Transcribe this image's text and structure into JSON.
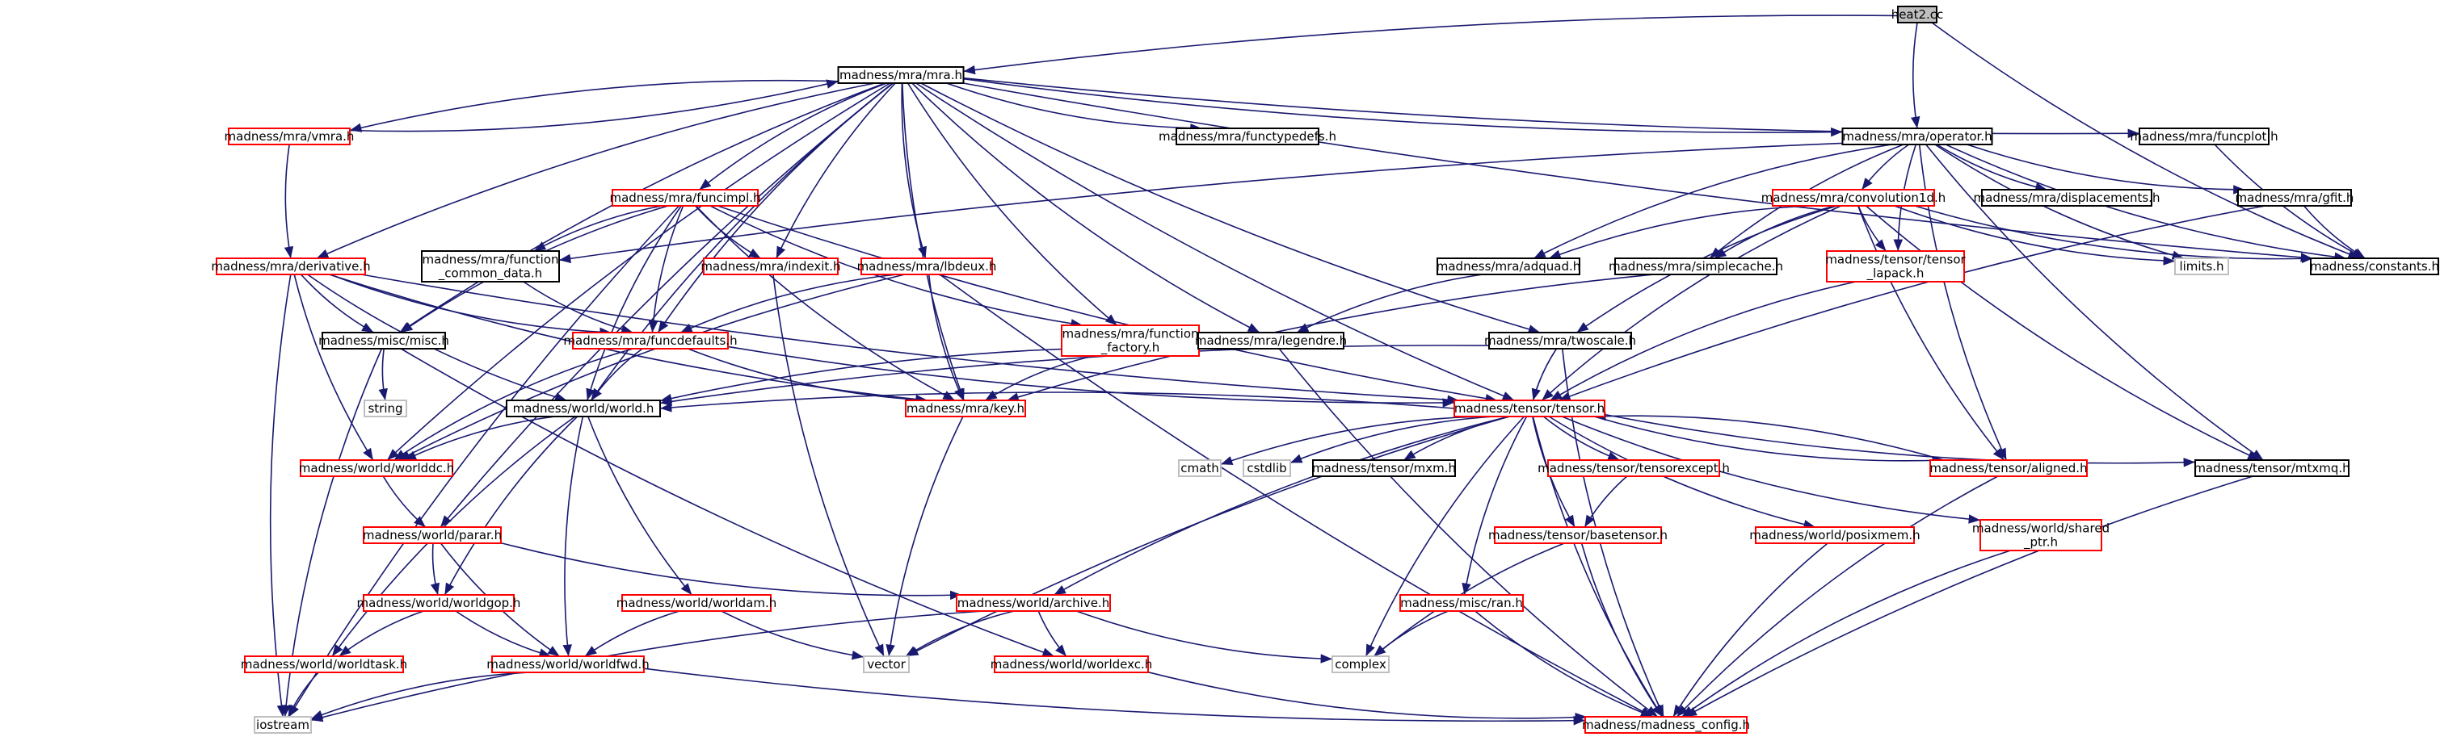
{
  "colors": {
    "edge": "#191970",
    "border_black": "#000000",
    "border_red": "#ff0000",
    "border_gray": "#bfbfbf",
    "root_fill": "#bfbfbf",
    "node_fill": "#ffffff"
  },
  "nodes": [
    {
      "id": "heat2",
      "label": "heat2.cc",
      "style": "root"
    },
    {
      "id": "mra",
      "label": "madness/mra/mra.h",
      "style": "black"
    },
    {
      "id": "vmra",
      "label": "madness/mra/vmra.h",
      "style": "red"
    },
    {
      "id": "functypedefs",
      "label": "madness/mra/functypedefs.h",
      "style": "black"
    },
    {
      "id": "operator",
      "label": "madness/mra/operator.h",
      "style": "black"
    },
    {
      "id": "funcplot",
      "label": "madness/mra/funcplot.h",
      "style": "black"
    },
    {
      "id": "funcimpl",
      "label": "madness/mra/funcimpl.h",
      "style": "red"
    },
    {
      "id": "convolution1d",
      "label": "madness/mra/convolution1d.h",
      "style": "red"
    },
    {
      "id": "displacements",
      "label": "madness/mra/displacements.h",
      "style": "black"
    },
    {
      "id": "gfit",
      "label": "madness/mra/gfit.h",
      "style": "black"
    },
    {
      "id": "derivative",
      "label": "madness/mra/derivative.h",
      "style": "red"
    },
    {
      "id": "function_common_data",
      "label": [
        "madness/mra/function",
        "_common_data.h"
      ],
      "style": "black"
    },
    {
      "id": "indexit",
      "label": "madness/mra/indexit.h",
      "style": "red"
    },
    {
      "id": "lbdeux",
      "label": "madness/mra/lbdeux.h",
      "style": "red"
    },
    {
      "id": "adquad",
      "label": "madness/mra/adquad.h",
      "style": "black"
    },
    {
      "id": "simplecache",
      "label": "madness/mra/simplecache.h",
      "style": "black"
    },
    {
      "id": "tensor_lapack",
      "label": [
        "madness/tensor/tensor",
        "_lapack.h"
      ],
      "style": "red"
    },
    {
      "id": "limits",
      "label": "limits.h",
      "style": "gray"
    },
    {
      "id": "constants",
      "label": "madness/constants.h",
      "style": "black"
    },
    {
      "id": "misc",
      "label": "madness/misc/misc.h",
      "style": "black"
    },
    {
      "id": "funcdefaults",
      "label": "madness/mra/funcdefaults.h",
      "style": "red"
    },
    {
      "id": "function_factory",
      "label": [
        "madness/mra/function",
        "_factory.h"
      ],
      "style": "red"
    },
    {
      "id": "legendre",
      "label": "madness/mra/legendre.h",
      "style": "black"
    },
    {
      "id": "twoscale",
      "label": "madness/mra/twoscale.h",
      "style": "black"
    },
    {
      "id": "string",
      "label": "string",
      "style": "gray"
    },
    {
      "id": "world",
      "label": "madness/world/world.h",
      "style": "black"
    },
    {
      "id": "key",
      "label": "madness/mra/key.h",
      "style": "red"
    },
    {
      "id": "tensor",
      "label": "madness/tensor/tensor.h",
      "style": "red"
    },
    {
      "id": "worlddc",
      "label": "madness/world/worlddc.h",
      "style": "red"
    },
    {
      "id": "cmath",
      "label": "cmath",
      "style": "gray"
    },
    {
      "id": "cstdlib",
      "label": "cstdlib",
      "style": "gray"
    },
    {
      "id": "mxm",
      "label": "madness/tensor/mxm.h",
      "style": "black"
    },
    {
      "id": "tensorexcept",
      "label": "madness/tensor/tensorexcept.h",
      "style": "red"
    },
    {
      "id": "aligned",
      "label": "madness/tensor/aligned.h",
      "style": "red"
    },
    {
      "id": "mtxmq",
      "label": "madness/tensor/mtxmq.h",
      "style": "black"
    },
    {
      "id": "parar",
      "label": "madness/world/parar.h",
      "style": "red"
    },
    {
      "id": "basetensor",
      "label": "madness/tensor/basetensor.h",
      "style": "red"
    },
    {
      "id": "posixmem",
      "label": "madness/world/posixmem.h",
      "style": "red"
    },
    {
      "id": "shared_ptr",
      "label": [
        "madness/world/shared",
        "_ptr.h"
      ],
      "style": "red"
    },
    {
      "id": "worldgop",
      "label": "madness/world/worldgop.h",
      "style": "red"
    },
    {
      "id": "worldam",
      "label": "madness/world/worldam.h",
      "style": "red"
    },
    {
      "id": "archive",
      "label": "madness/world/archive.h",
      "style": "red"
    },
    {
      "id": "ran",
      "label": "madness/misc/ran.h",
      "style": "red"
    },
    {
      "id": "worldtask",
      "label": "madness/world/worldtask.h",
      "style": "red"
    },
    {
      "id": "worldfwd",
      "label": "madness/world/worldfwd.h",
      "style": "red"
    },
    {
      "id": "vector",
      "label": "vector",
      "style": "gray"
    },
    {
      "id": "worldexc",
      "label": "madness/world/worldexc.h",
      "style": "red"
    },
    {
      "id": "complex",
      "label": "complex",
      "style": "gray"
    },
    {
      "id": "iostream",
      "label": "iostream",
      "style": "gray"
    },
    {
      "id": "madness_config",
      "label": "madness/madness_config.h",
      "style": "red"
    }
  ],
  "edges": [
    [
      "heat2",
      "mra"
    ],
    [
      "heat2",
      "operator"
    ],
    [
      "heat2",
      "constants"
    ],
    [
      "mra",
      "vmra"
    ],
    [
      "mra",
      "functypedefs"
    ],
    [
      "mra",
      "operator"
    ],
    [
      "mra",
      "funcplot"
    ],
    [
      "mra",
      "funcimpl"
    ],
    [
      "mra",
      "derivative"
    ],
    [
      "mra",
      "indexit"
    ],
    [
      "mra",
      "lbdeux"
    ],
    [
      "mra",
      "misc"
    ],
    [
      "mra",
      "funcdefaults"
    ],
    [
      "mra",
      "function_factory"
    ],
    [
      "mra",
      "legendre"
    ],
    [
      "mra",
      "twoscale"
    ],
    [
      "mra",
      "world"
    ],
    [
      "mra",
      "key"
    ],
    [
      "mra",
      "tensor"
    ],
    [
      "mra",
      "worlddc"
    ],
    [
      "mra",
      "parar"
    ],
    [
      "mra",
      "constants"
    ],
    [
      "vmra",
      "mra"
    ],
    [
      "vmra",
      "derivative"
    ],
    [
      "operator",
      "convolution1d"
    ],
    [
      "operator",
      "displacements"
    ],
    [
      "operator",
      "gfit"
    ],
    [
      "operator",
      "adquad"
    ],
    [
      "operator",
      "simplecache"
    ],
    [
      "operator",
      "tensor_lapack"
    ],
    [
      "operator",
      "limits"
    ],
    [
      "operator",
      "constants"
    ],
    [
      "operator",
      "function_common_data"
    ],
    [
      "operator",
      "aligned"
    ],
    [
      "operator",
      "mtxmq"
    ],
    [
      "funcplot",
      "constants"
    ],
    [
      "gfit",
      "constants"
    ],
    [
      "gfit",
      "tensor"
    ],
    [
      "convolution1d",
      "adquad"
    ],
    [
      "convolution1d",
      "simplecache"
    ],
    [
      "convolution1d",
      "tensor_lapack"
    ],
    [
      "convolution1d",
      "limits"
    ],
    [
      "convolution1d",
      "constants"
    ],
    [
      "convolution1d",
      "twoscale"
    ],
    [
      "convolution1d",
      "tensor"
    ],
    [
      "convolution1d",
      "aligned"
    ],
    [
      "convolution1d",
      "mtxmq"
    ],
    [
      "funcimpl",
      "function_common_data"
    ],
    [
      "funcimpl",
      "indexit"
    ],
    [
      "funcimpl",
      "funcdefaults"
    ],
    [
      "funcimpl",
      "function_factory"
    ],
    [
      "funcimpl",
      "misc"
    ],
    [
      "funcimpl",
      "key"
    ],
    [
      "funcimpl",
      "tensor"
    ],
    [
      "funcimpl",
      "world"
    ],
    [
      "funcimpl",
      "iostream"
    ],
    [
      "derivative",
      "funcdefaults"
    ],
    [
      "derivative",
      "misc"
    ],
    [
      "derivative",
      "world"
    ],
    [
      "derivative",
      "worlddc"
    ],
    [
      "derivative",
      "iostream"
    ],
    [
      "derivative",
      "key"
    ],
    [
      "derivative",
      "tensor"
    ],
    [
      "function_common_data",
      "funcdefaults"
    ],
    [
      "indexit",
      "vector"
    ],
    [
      "lbdeux",
      "funcdefaults"
    ],
    [
      "lbdeux",
      "key"
    ],
    [
      "lbdeux",
      "worlddc"
    ],
    [
      "lbdeux",
      "madness_config"
    ],
    [
      "adquad",
      "legendre"
    ],
    [
      "simplecache",
      "key"
    ],
    [
      "tensor_lapack",
      "tensor"
    ],
    [
      "misc",
      "string"
    ],
    [
      "misc",
      "iostream"
    ],
    [
      "misc",
      "worldexc"
    ],
    [
      "funcdefaults",
      "world"
    ],
    [
      "funcdefaults",
      "key"
    ],
    [
      "funcdefaults",
      "tensor"
    ],
    [
      "funcdefaults",
      "worlddc"
    ],
    [
      "function_factory",
      "key"
    ],
    [
      "legendre",
      "world"
    ],
    [
      "legendre",
      "madness_config"
    ],
    [
      "twoscale",
      "world"
    ],
    [
      "twoscale",
      "tensor"
    ],
    [
      "twoscale",
      "madness_config"
    ],
    [
      "world",
      "worlddc"
    ],
    [
      "world",
      "worldgop"
    ],
    [
      "world",
      "worldam"
    ],
    [
      "world",
      "worldtask"
    ],
    [
      "world",
      "worldfwd"
    ],
    [
      "key",
      "vector"
    ],
    [
      "tensor",
      "cmath"
    ],
    [
      "tensor",
      "cstdlib"
    ],
    [
      "tensor",
      "mxm"
    ],
    [
      "tensor",
      "tensorexcept"
    ],
    [
      "tensor",
      "aligned"
    ],
    [
      "tensor",
      "mtxmq"
    ],
    [
      "tensor",
      "basetensor"
    ],
    [
      "tensor",
      "posixmem"
    ],
    [
      "tensor",
      "shared_ptr"
    ],
    [
      "tensor",
      "ran"
    ],
    [
      "tensor",
      "archive"
    ],
    [
      "tensor",
      "vector"
    ],
    [
      "tensor",
      "complex"
    ],
    [
      "tensor",
      "madness_config"
    ],
    [
      "tensor",
      "world"
    ],
    [
      "aligned",
      "tensor"
    ],
    [
      "aligned",
      "madness_config"
    ],
    [
      "mtxmq",
      "madness_config"
    ],
    [
      "worlddc",
      "parar"
    ],
    [
      "parar",
      "worldgop"
    ],
    [
      "parar",
      "worldfwd"
    ],
    [
      "parar",
      "archive"
    ],
    [
      "tensorexcept",
      "basetensor"
    ],
    [
      "basetensor",
      "complex"
    ],
    [
      "basetensor",
      "madness_config"
    ],
    [
      "posixmem",
      "madness_config"
    ],
    [
      "shared_ptr",
      "madness_config"
    ],
    [
      "worldgop",
      "worldtask"
    ],
    [
      "worldgop",
      "worldfwd"
    ],
    [
      "worldam",
      "vector"
    ],
    [
      "worldam",
      "worldfwd"
    ],
    [
      "archive",
      "vector"
    ],
    [
      "archive",
      "iostream"
    ],
    [
      "archive",
      "worldexc"
    ],
    [
      "archive",
      "complex"
    ],
    [
      "ran",
      "complex"
    ],
    [
      "ran",
      "madness_config"
    ],
    [
      "worldtask",
      "iostream"
    ],
    [
      "worldfwd",
      "iostream"
    ],
    [
      "worldfwd",
      "madness_config"
    ],
    [
      "worldexc",
      "madness_config"
    ]
  ]
}
